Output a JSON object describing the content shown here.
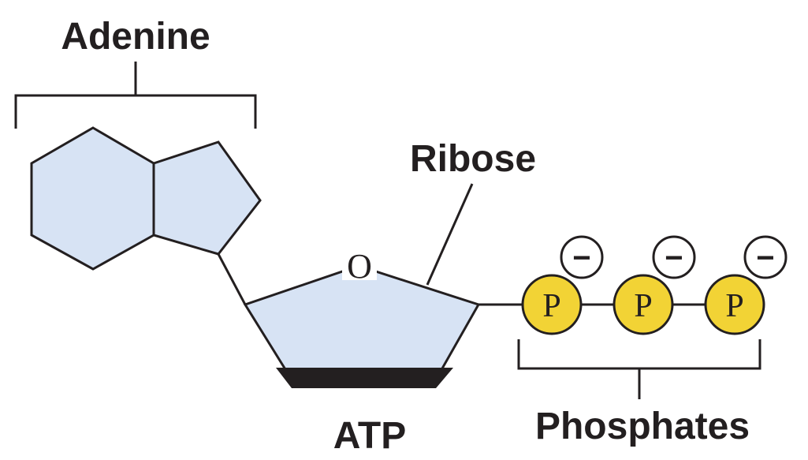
{
  "labels": {
    "adenine": "Adenine",
    "ribose": "Ribose",
    "atp": "ATP",
    "phosphates": "Phosphates"
  },
  "ring_oxygen": "O",
  "phosphate_groups": [
    {
      "symbol": "P",
      "charge": "−"
    },
    {
      "symbol": "P",
      "charge": "−"
    },
    {
      "symbol": "P",
      "charge": "−"
    }
  ],
  "colors": {
    "ring_fill": "#d7e3f4",
    "phosphate_fill": "#f2d335",
    "line": "#231f20",
    "background": "#ffffff"
  }
}
